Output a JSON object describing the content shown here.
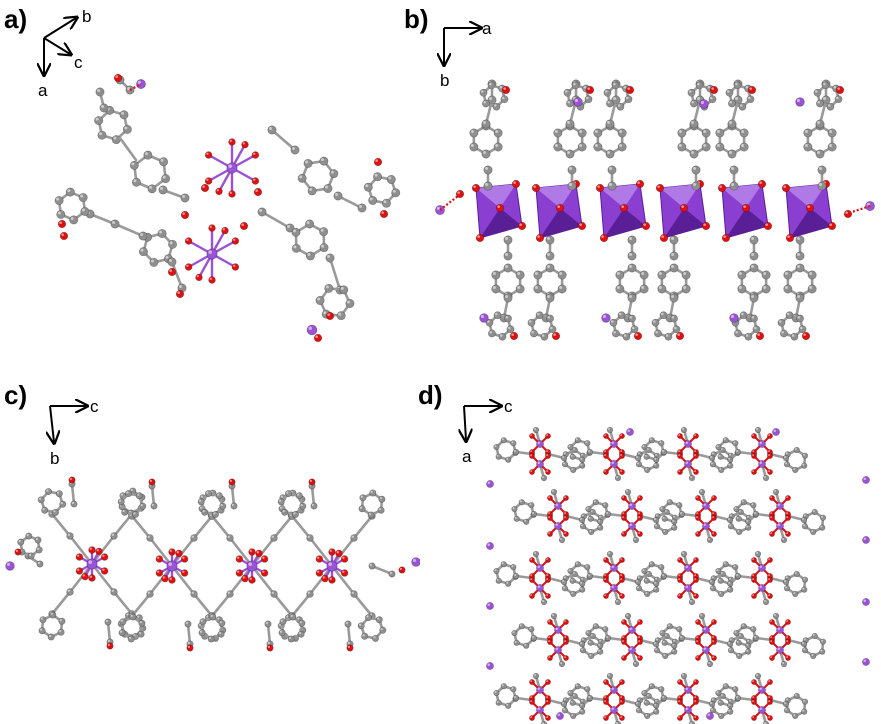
{
  "colors": {
    "carbon": "#8f8f8f",
    "carbon_light": "#bdbdbd",
    "oxygen": "#e01010",
    "potassium": "#9a52d6",
    "polyhedron_face": "#8a3fd1",
    "polyhedron_dark": "#5a1f96",
    "bond": "#9a9a9a",
    "axis": "#000000"
  },
  "panels": [
    {
      "label": "a)",
      "axes": [
        "b",
        "c",
        "a"
      ]
    },
    {
      "label": "b)",
      "axes": [
        "a",
        "b"
      ]
    },
    {
      "label": "c)",
      "axes": [
        "c",
        "b"
      ]
    },
    {
      "label": "d)",
      "axes": [
        "c",
        "a"
      ]
    }
  ]
}
